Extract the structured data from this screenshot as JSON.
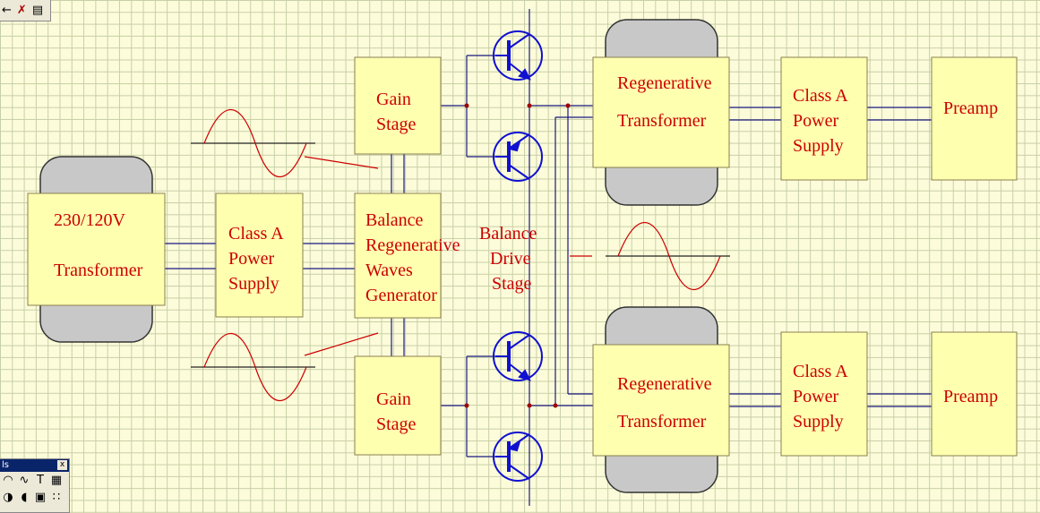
{
  "toolbar": {
    "icons": [
      "arrow-icon",
      "wire-cut-icon",
      "properties-icon"
    ]
  },
  "tools_palette": {
    "title": "ls",
    "close": "x",
    "row1": [
      "◠",
      "∿",
      "T",
      "▦"
    ],
    "row2": [
      "◑",
      "◖",
      "▣",
      "∷"
    ]
  },
  "blocks": {
    "psu_transformer": [
      "230/120V",
      "Transformer"
    ],
    "class_a_left": [
      "Class A",
      "Power",
      "Supply"
    ],
    "gain_top": [
      "Gain",
      "Stage"
    ],
    "gain_bottom": [
      "Gain",
      "Stage"
    ],
    "generator": [
      "Balance",
      "Regenerative",
      "Waves",
      "Generator"
    ],
    "drive_stage": [
      "Balance",
      "Drive",
      "Stage"
    ],
    "regen_top": [
      "Regenerative",
      "Transformer"
    ],
    "regen_bottom": [
      "Regenerative",
      "Transformer"
    ],
    "class_a_top": [
      "Class A",
      "Power",
      "Supply"
    ],
    "class_a_bottom": [
      "Class A",
      "Power",
      "Supply"
    ],
    "preamp_top": [
      "Preamp"
    ],
    "preamp_bottom": [
      "Preamp"
    ]
  },
  "colors": {
    "block_fill": "#ffffb0",
    "block_stroke": "#8a7f50",
    "core_fill": "#c8c8c8",
    "wire": "#1a1a80",
    "text": "#cc0000",
    "transistor": "#1010d0",
    "junction": "#a00000"
  }
}
